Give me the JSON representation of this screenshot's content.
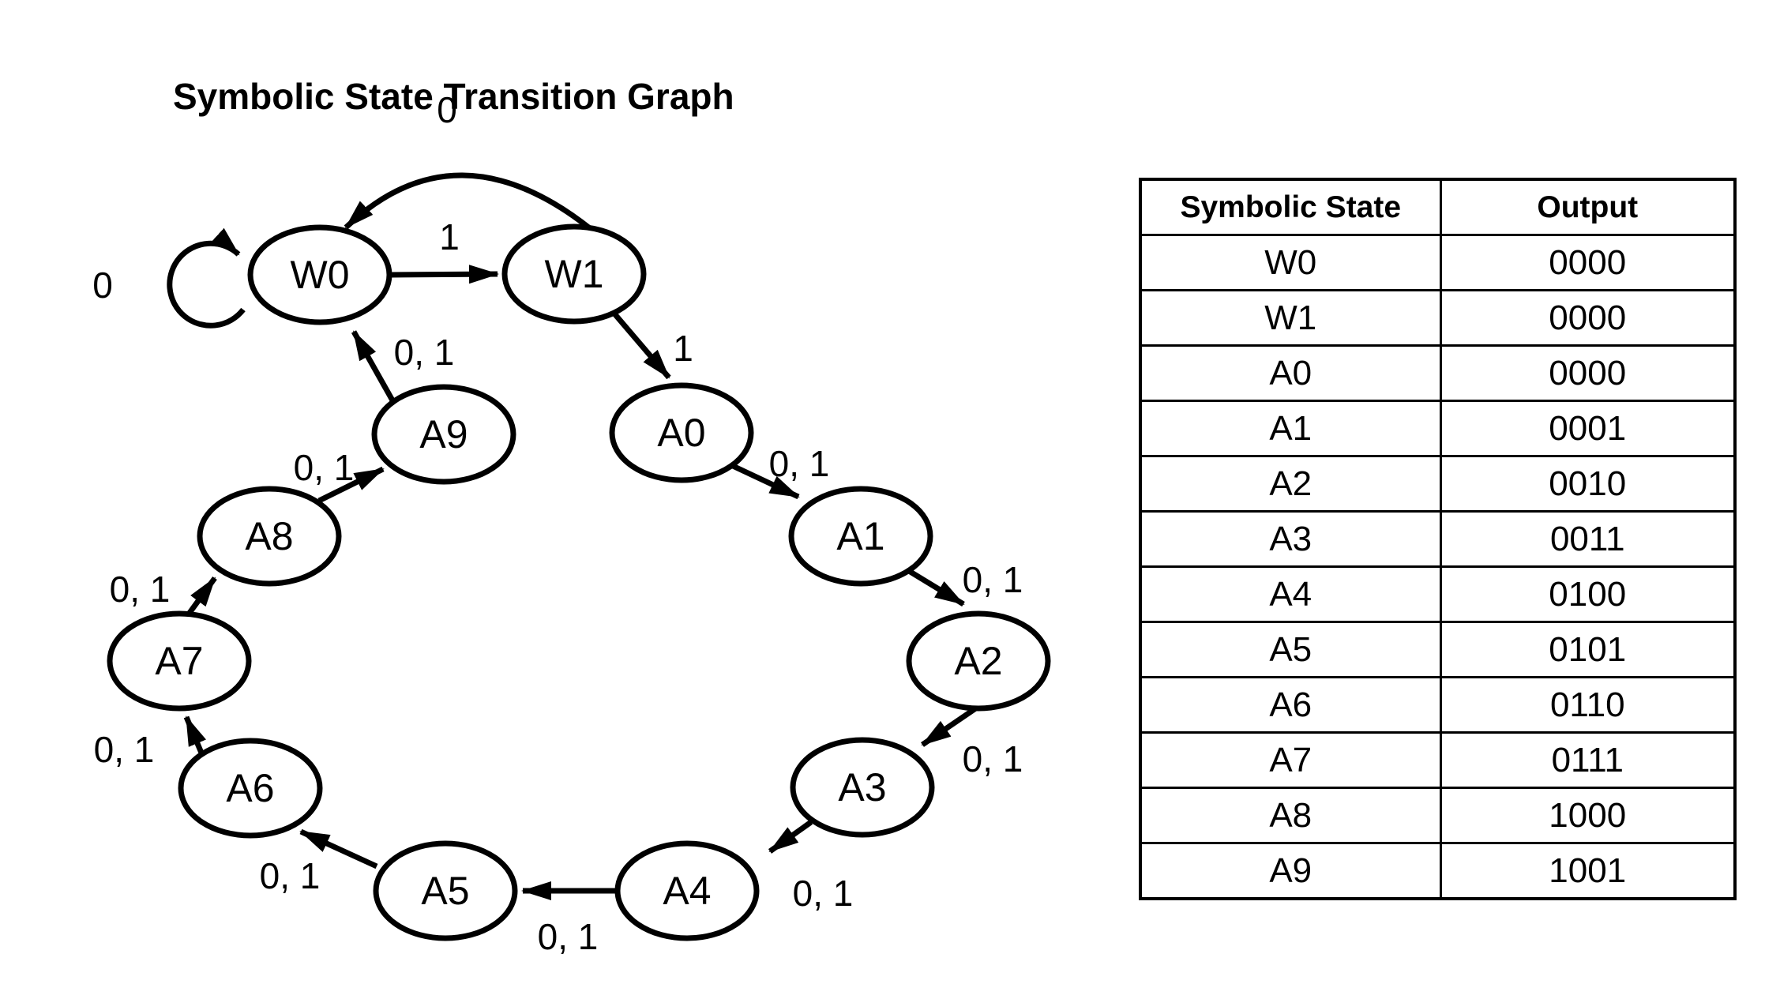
{
  "title": "Symbolic State Transition Graph",
  "graph": {
    "nodes": [
      {
        "id": "W0",
        "label": "W0"
      },
      {
        "id": "W1",
        "label": "W1"
      },
      {
        "id": "A0",
        "label": "A0"
      },
      {
        "id": "A1",
        "label": "A1"
      },
      {
        "id": "A2",
        "label": "A2"
      },
      {
        "id": "A3",
        "label": "A3"
      },
      {
        "id": "A4",
        "label": "A4"
      },
      {
        "id": "A5",
        "label": "A5"
      },
      {
        "id": "A6",
        "label": "A6"
      },
      {
        "id": "A7",
        "label": "A7"
      },
      {
        "id": "A8",
        "label": "A8"
      },
      {
        "id": "A9",
        "label": "A9"
      }
    ],
    "edges": [
      {
        "from": "W0",
        "to": "W0",
        "label": "0"
      },
      {
        "from": "W0",
        "to": "W1",
        "label": "1"
      },
      {
        "from": "W1",
        "to": "W0",
        "label": "0"
      },
      {
        "from": "W1",
        "to": "A0",
        "label": "1"
      },
      {
        "from": "A0",
        "to": "A1",
        "label": "0, 1"
      },
      {
        "from": "A1",
        "to": "A2",
        "label": "0, 1"
      },
      {
        "from": "A2",
        "to": "A3",
        "label": "0, 1"
      },
      {
        "from": "A3",
        "to": "A4",
        "label": "0, 1"
      },
      {
        "from": "A4",
        "to": "A5",
        "label": "0, 1"
      },
      {
        "from": "A5",
        "to": "A6",
        "label": "0, 1"
      },
      {
        "from": "A6",
        "to": "A7",
        "label": "0, 1"
      },
      {
        "from": "A7",
        "to": "A8",
        "label": "0, 1"
      },
      {
        "from": "A8",
        "to": "A9",
        "label": "0, 1"
      },
      {
        "from": "A9",
        "to": "W0",
        "label": "0, 1"
      }
    ]
  },
  "table": {
    "headers": {
      "state": "Symbolic State",
      "output": "Output"
    },
    "rows": [
      {
        "state": "W0",
        "output": "0000"
      },
      {
        "state": "W1",
        "output": "0000"
      },
      {
        "state": "A0",
        "output": "0000"
      },
      {
        "state": "A1",
        "output": "0001"
      },
      {
        "state": "A2",
        "output": "0010"
      },
      {
        "state": "A3",
        "output": "0011"
      },
      {
        "state": "A4",
        "output": "0100"
      },
      {
        "state": "A5",
        "output": "0101"
      },
      {
        "state": "A6",
        "output": "0110"
      },
      {
        "state": "A7",
        "output": "0111"
      },
      {
        "state": "A8",
        "output": "1000"
      },
      {
        "state": "A9",
        "output": "1001"
      }
    ]
  },
  "colors": {
    "ink": "#000000",
    "background": "#ffffff"
  }
}
